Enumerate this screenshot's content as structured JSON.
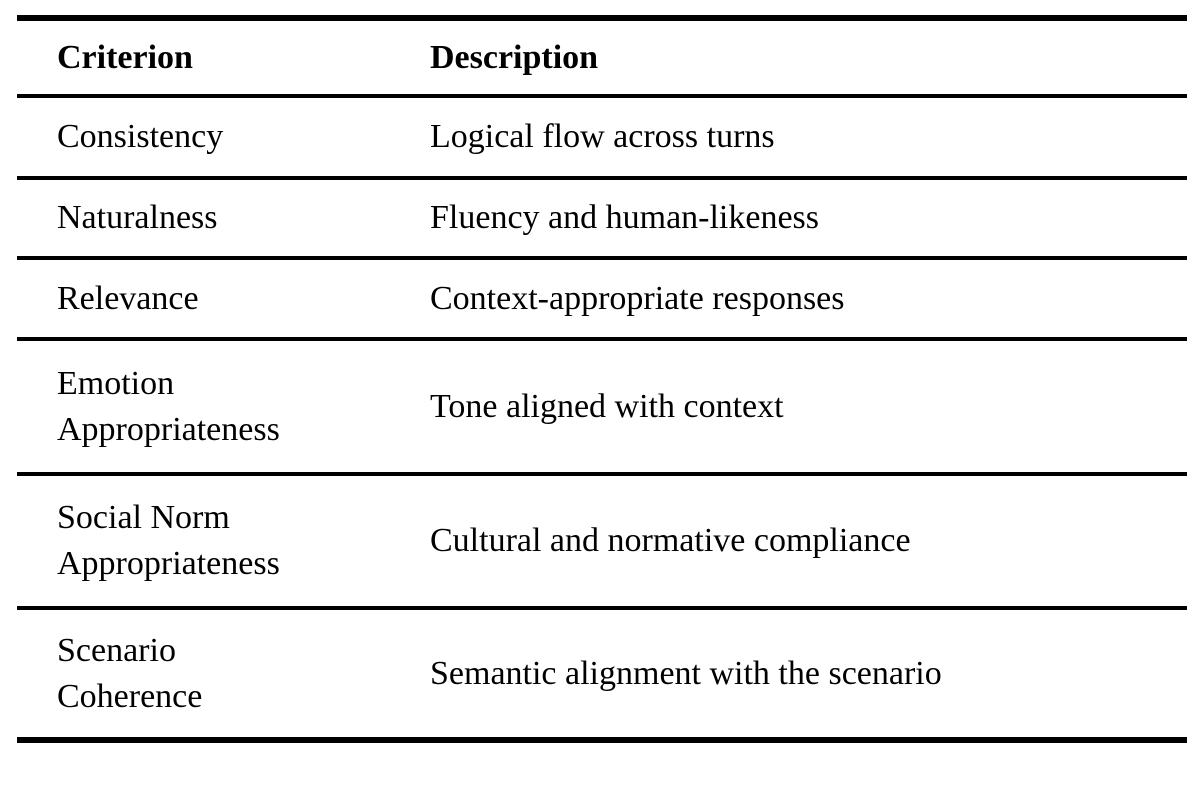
{
  "table": {
    "columns": [
      {
        "label": "Criterion"
      },
      {
        "label": "Description"
      }
    ],
    "rows": [
      {
        "criterion": "Consistency",
        "description": "Logical flow across turns"
      },
      {
        "criterion": "Naturalness",
        "description": "Fluency and human-likeness"
      },
      {
        "criterion": "Relevance",
        "description": "Context-appropriate responses"
      },
      {
        "criterion": "Emotion\nAppropriateness",
        "description": "Tone aligned with context"
      },
      {
        "criterion": "Social Norm\nAppropriateness",
        "description": "Cultural and normative compliance"
      },
      {
        "criterion": "Scenario\nCoherence",
        "description": "Semantic alignment with the scenario"
      }
    ],
    "colors": {
      "text": "#000000",
      "rule": "#000000",
      "background": "#ffffff"
    }
  }
}
